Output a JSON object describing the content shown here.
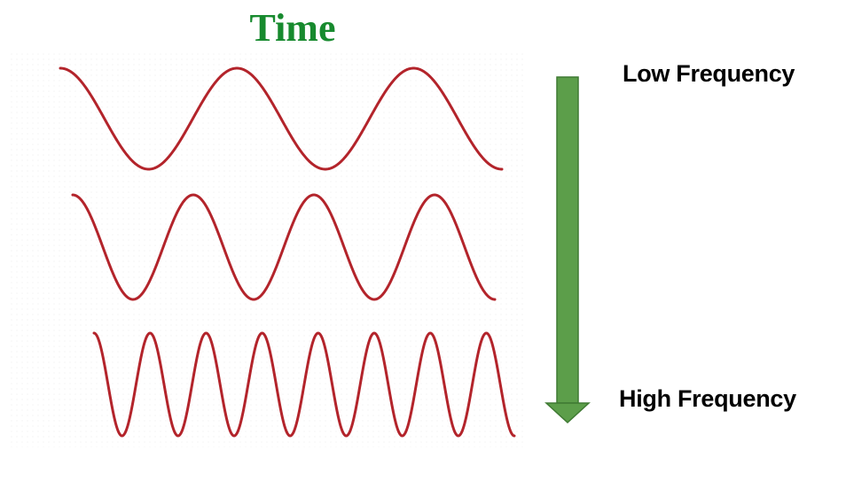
{
  "diagram": {
    "title": "Time",
    "title_color": "#178a2e",
    "wave_color": "#b3242b",
    "arrow_color": "#5c9e4a",
    "arrow_border_color": "#3f7a33",
    "labels": {
      "top": "Low Frequency",
      "bottom": "High Frequency"
    },
    "waves": [
      {
        "name": "low-frequency-wave",
        "cycles_shown": 2.5
      },
      {
        "name": "medium-frequency-wave",
        "cycles_shown": 3.5
      },
      {
        "name": "high-frequency-wave",
        "cycles_shown": 7.5
      }
    ]
  }
}
